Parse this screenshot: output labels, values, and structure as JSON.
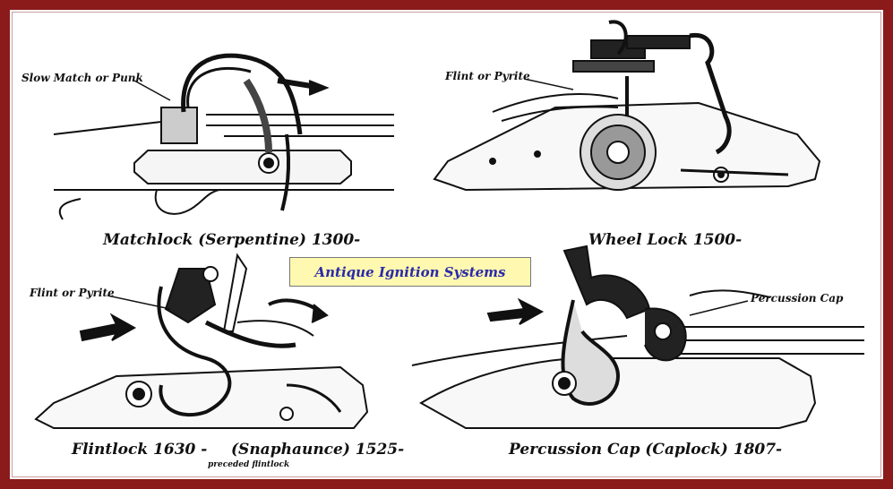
{
  "title": "Antique Ignition Systems",
  "panels": {
    "matchlock": {
      "caption": "Matchlock (Serpentine) 1300-",
      "callout": "Slow Match or Punk"
    },
    "wheellock": {
      "caption": "Wheel Lock 1500-",
      "callout": "Flint or Pyrite"
    },
    "flintlock": {
      "caption": "Flintlock 1630 -",
      "caption2": "(Snaphaunce) 1525-",
      "note": "preceded flintlock",
      "callout": "Flint or Pyrite"
    },
    "percussion": {
      "caption": "Percussion Cap (Caplock) 1807-",
      "callout": "Percussion Cap"
    }
  },
  "colors": {
    "frame": "#8b1a1a",
    "title_bg": "#fff8b0",
    "title_text": "#2a2aa8"
  }
}
